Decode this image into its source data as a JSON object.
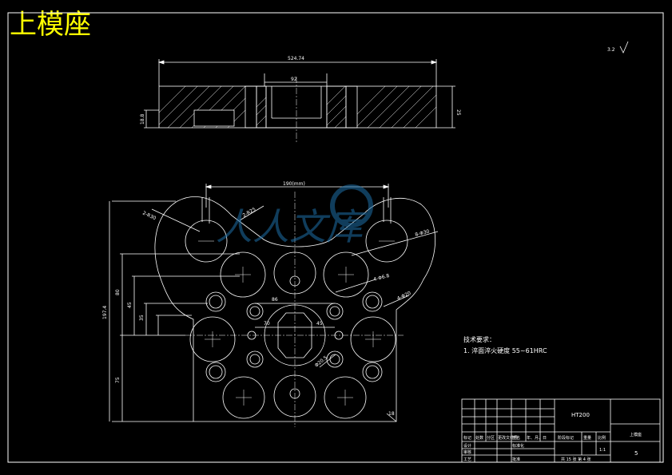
{
  "title": "上模座",
  "roughness_symbol": "3.2",
  "dims": {
    "top_width": "524.74",
    "top_inner": "92",
    "top_height": "25",
    "top_left_small": "18.8",
    "main_width": "190(mm)",
    "main_height": "197.4",
    "left_dims": [
      "80",
      "45",
      "35"
    ],
    "left_lower": "75",
    "inner_dims": [
      "86",
      "45",
      "70"
    ],
    "leaders": [
      "2-R30",
      "2-R25",
      "8-Φ30",
      "4-Φ6.8",
      "4-Φ20",
      "Φ20.5"
    ],
    "corner": "18"
  },
  "tech": {
    "heading": "技术要求：",
    "line1": "1. 淬面淬火硬度 55~61HRC"
  },
  "title_block": {
    "material": "HT200",
    "scale": "1:1",
    "sheet": "共 15 张 第 4 张",
    "part": "上模座",
    "number": "5",
    "small_labels": [
      "标记",
      "处数",
      "分区",
      "更改文件号",
      "签名",
      "年、月、日",
      "设计",
      "标准化",
      "阶段标记",
      "重量",
      "比例",
      "审核",
      "工艺",
      "批准"
    ]
  },
  "watermark": "人人文库"
}
